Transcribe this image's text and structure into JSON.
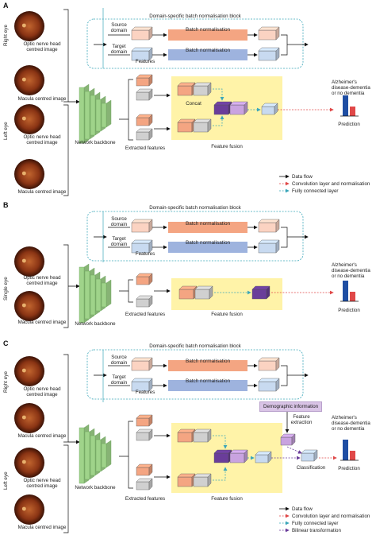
{
  "panels": [
    "A",
    "B",
    "C"
  ],
  "colors": {
    "salmon": "#f4a582",
    "salmon_light": "#fbd3c2",
    "blue_light": "#c8daf0",
    "blue_bar": "#9eb3de",
    "grey": "#d0d0d0",
    "green": "#9fd38a",
    "yellow": "#fff3a8",
    "purple_dark": "#6a3d9a",
    "purple_light": "#c9a3e0",
    "teal_arrow": "#3aa6b9",
    "red_arrow": "#e04848",
    "pred_blue": "#1f4ea3",
    "pred_red": "#e04848"
  },
  "panel_a": {
    "dsbn_title": "Domain-specific batch normalisation block",
    "source_domain": "Source domain",
    "target_domain": "Target domain",
    "batch_norm": "Batch normalisation",
    "features": "Features",
    "right_eye": "Right eye",
    "left_eye": "Left eye",
    "optic_nerve_image": "Optic nerve head centred image",
    "macula_image": "Macula centred image",
    "network_backbone": "Network backbone",
    "extracted_features": "Extracted features",
    "concat": "Concat",
    "feature_fusion": "Feature fusion",
    "outcome": "Alzheimer's disease-dementia or no dementia",
    "prediction": "Prediction"
  },
  "panel_b": {
    "dsbn_title": "Domain-specific batch normalisation block",
    "source_domain": "Source domain",
    "target_domain": "Target domain",
    "batch_norm": "Batch normalisation",
    "features": "Features",
    "single_eye": "Single eye",
    "optic_nerve_image": "Optic nerve head centred image",
    "macula_image": "Macula centred image",
    "network_backbone": "Network backbone",
    "extracted_features": "Extracted features",
    "feature_fusion": "Feature fusion",
    "outcome": "Alzheimer's disease-dementia or no dementia",
    "prediction": "Prediction"
  },
  "panel_c": {
    "dsbn_title": "Domain-specific batch normalisation block",
    "source_domain": "Source domain",
    "target_domain": "Target domain",
    "batch_norm": "Batch normalisation",
    "features": "Features",
    "right_eye": "Right eye",
    "left_eye": "Left eye",
    "optic_nerve_image": "Optic nerve head centred image",
    "macula_image": "Macula centred image",
    "network_backbone": "Network backbone",
    "extracted_features": "Extracted features",
    "feature_fusion": "Feature fusion",
    "demographic": "Demographic information",
    "feature_extraction": "Feature extraction",
    "classification": "Classification",
    "outcome": "Alzheimer's disease-dementia or no dementia",
    "prediction": "Prediction"
  },
  "legend_a": [
    "Data flow",
    "Convolution layer and normalisation",
    "Fully connected layer"
  ],
  "legend_c": [
    "Data flow",
    "Convolution layer and normalisation",
    "Fully connected layer",
    "Bilinear transformation"
  ]
}
